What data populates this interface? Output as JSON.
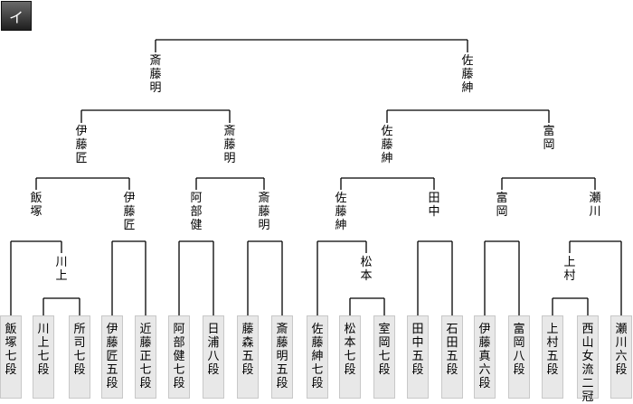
{
  "tab": {
    "label": "イ"
  },
  "final": [
    "斎藤明",
    "佐藤紳"
  ],
  "semifinal": [
    "伊藤匠",
    "斎藤明",
    "佐藤紳",
    "富岡"
  ],
  "quarterfinal": [
    "飯塚",
    "伊藤匠",
    "阿部健",
    "斎藤明",
    "佐藤紳",
    "田中",
    "富岡",
    "瀬川"
  ],
  "round2": [
    "川上",
    "松本",
    "上村"
  ],
  "players": [
    "飯塚七段",
    "川上七段",
    "所司七段",
    "伊藤匠五段",
    "近藤正七段",
    "阿部健七段",
    "日浦八段",
    "藤森五段",
    "斎藤明五段",
    "佐藤紳七段",
    "松本七段",
    "室岡七段",
    "田中五段",
    "石田五段",
    "伊藤真六段",
    "富岡八段",
    "上村五段",
    "西山女流二冠",
    "瀬川六段"
  ]
}
